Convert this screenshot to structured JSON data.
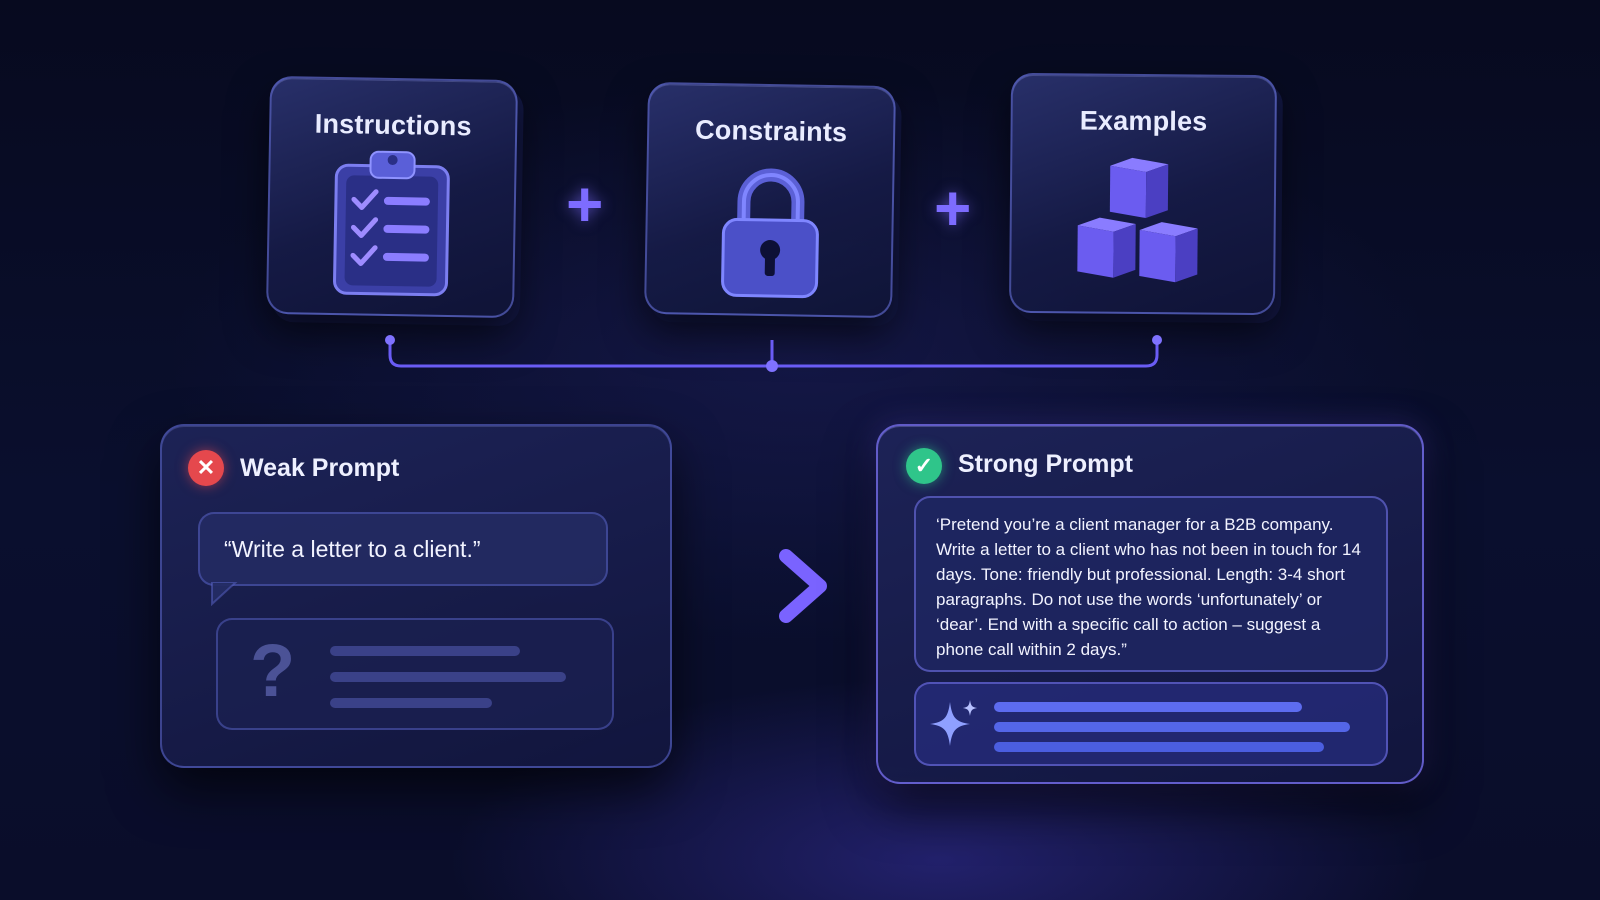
{
  "components": [
    {
      "title": "Instructions",
      "icon": "clipboard-checklist-icon"
    },
    {
      "title": "Constraints",
      "icon": "padlock-icon"
    },
    {
      "title": "Examples",
      "icon": "cubes-icon"
    }
  ],
  "operator": "+",
  "weak": {
    "title": "Weak Prompt",
    "status_icon": "close-icon",
    "prompt": "“Write a letter to a client.”",
    "output_icon": "question-mark-icon"
  },
  "strong": {
    "title": "Strong Prompt",
    "status_icon": "checkmark-icon",
    "prompt": "‘Pretend you’re a client manager for a B2B company. Write a letter to a client who has not been in touch for 14 days. Tone: friendly but professional. Length: 3-4 short paragraphs. Do not use the words ‘unfortunately’ or ‘dear’. End with a specific call to action – suggest a phone call within 2 days.”",
    "output_icon": "sparkle-icon"
  },
  "colors": {
    "accent": "#7d6cff",
    "weak_status": "#e5484d",
    "strong_status": "#2fc58a"
  }
}
